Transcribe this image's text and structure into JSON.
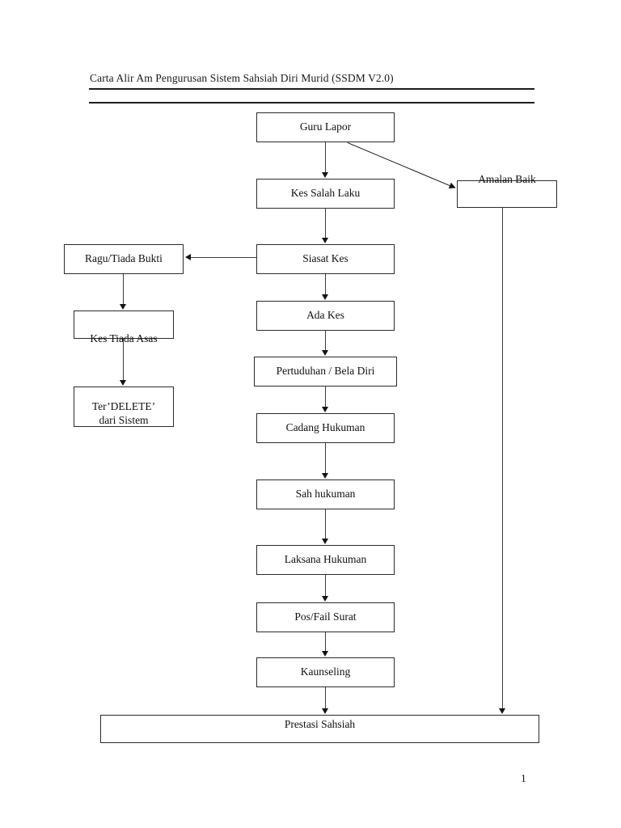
{
  "document": {
    "title": "Carta Alir Am Pengurusan Sistem Sahsiah Diri Murid (SSDM V2.0)",
    "page_number": "1"
  },
  "flowchart": {
    "nodes": [
      {
        "id": "guru-lapor",
        "label": "Guru Lapor"
      },
      {
        "id": "amalan-baik",
        "label": "Amalan Baik"
      },
      {
        "id": "kes-salah-laku",
        "label": "Kes Salah Laku"
      },
      {
        "id": "siasat-kes",
        "label": "Siasat Kes"
      },
      {
        "id": "ragu-tiada-bukti",
        "label": "Ragu/Tiada Bukti"
      },
      {
        "id": "kes-tiada-asas",
        "label": "Kes Tiada Asas"
      },
      {
        "id": "ter-delete",
        "label": "Ter’DELETE’\ndari Sistem"
      },
      {
        "id": "ada-kes",
        "label": "Ada Kes"
      },
      {
        "id": "pertuduhan",
        "label": "Pertuduhan / Bela Diri"
      },
      {
        "id": "cadang-hukuman",
        "label": "Cadang Hukuman"
      },
      {
        "id": "sah-hukuman",
        "label": "Sah hukuman"
      },
      {
        "id": "laksana-hukuman",
        "label": "Laksana Hukuman"
      },
      {
        "id": "pos-fail-surat",
        "label": "Pos/Fail Surat"
      },
      {
        "id": "kaunseling",
        "label": "Kaunseling"
      },
      {
        "id": "prestasi-sahsiah",
        "label": "Prestasi Sahsiah"
      }
    ],
    "edges": [
      {
        "from": "guru-lapor",
        "to": "kes-salah-laku",
        "kind": "vertical-arrow"
      },
      {
        "from": "guru-lapor",
        "to": "amalan-baik",
        "kind": "diagonal-arrow"
      },
      {
        "from": "kes-salah-laku",
        "to": "siasat-kes",
        "kind": "vertical-arrow"
      },
      {
        "from": "siasat-kes",
        "to": "ragu-tiada-bukti",
        "kind": "horizontal-arrow"
      },
      {
        "from": "ragu-tiada-bukti",
        "to": "kes-tiada-asas",
        "kind": "vertical-arrow"
      },
      {
        "from": "kes-tiada-asas",
        "to": "ter-delete",
        "kind": "vertical-arrow"
      },
      {
        "from": "siasat-kes",
        "to": "ada-kes",
        "kind": "vertical-arrow"
      },
      {
        "from": "ada-kes",
        "to": "pertuduhan",
        "kind": "vertical-arrow"
      },
      {
        "from": "pertuduhan",
        "to": "cadang-hukuman",
        "kind": "vertical-arrow"
      },
      {
        "from": "cadang-hukuman",
        "to": "sah-hukuman",
        "kind": "vertical-arrow"
      },
      {
        "from": "sah-hukuman",
        "to": "laksana-hukuman",
        "kind": "vertical-arrow"
      },
      {
        "from": "laksana-hukuman",
        "to": "pos-fail-surat",
        "kind": "vertical-arrow"
      },
      {
        "from": "pos-fail-surat",
        "to": "kaunseling",
        "kind": "vertical-arrow"
      },
      {
        "from": "kaunseling",
        "to": "prestasi-sahsiah",
        "kind": "vertical-arrow"
      },
      {
        "from": "amalan-baik",
        "to": "prestasi-sahsiah",
        "kind": "vertical-arrow"
      }
    ]
  }
}
